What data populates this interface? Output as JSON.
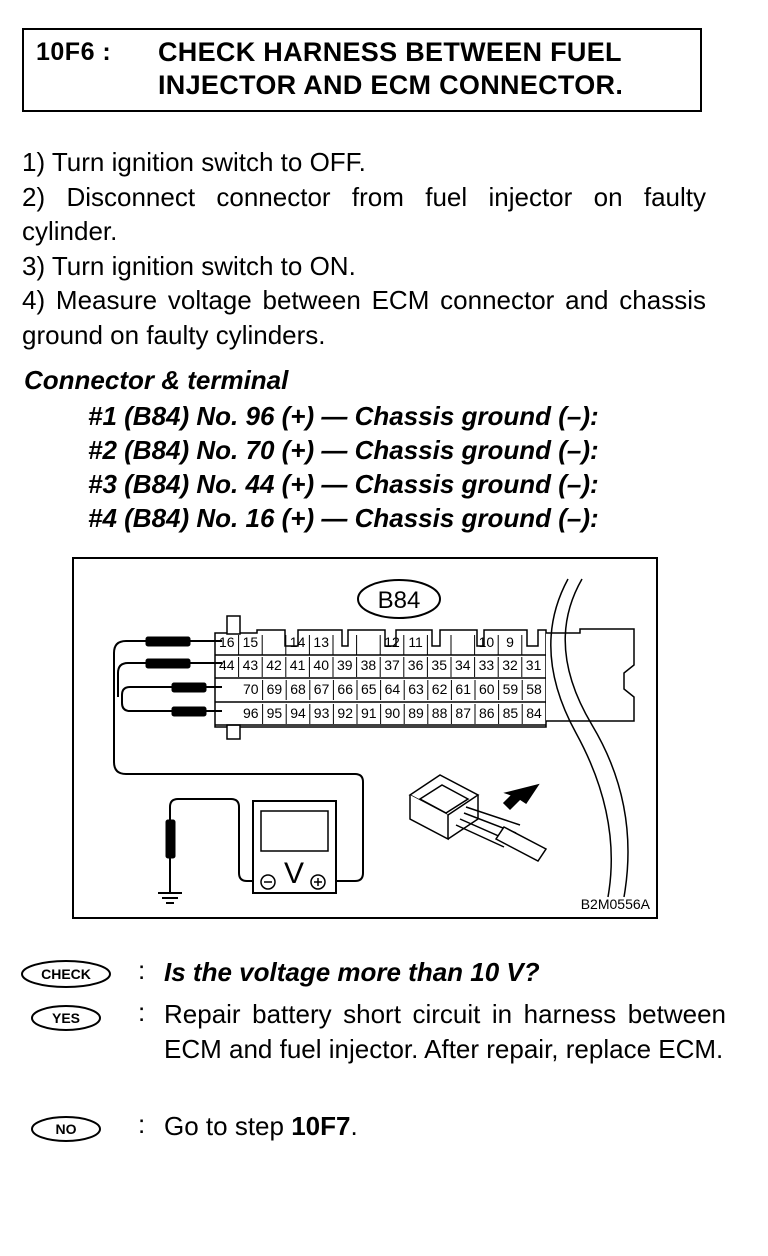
{
  "header": {
    "step_code": "10F6 :",
    "title_line1": "CHECK HARNESS BETWEEN FUEL",
    "title_line2": "INJECTOR AND ECM CONNECTOR."
  },
  "procedure": {
    "steps": [
      "1) Turn ignition switch to OFF.",
      "2) Disconnect connector from fuel injector on faulty cylinder.",
      "3) Turn ignition switch to ON.",
      "4) Measure voltage between ECM connector and chassis ground on faulty cylinders."
    ]
  },
  "terminals": {
    "heading": "Connector & terminal",
    "lines": [
      "#1 (B84) No. 96 (+) — Chassis ground (–):",
      "#2 (B84) No. 70 (+) — Chassis ground (–):",
      "#3 (B84) No. 44 (+) — Chassis ground (–):",
      "#4 (B84) No. 16 (+) — Chassis ground (–):"
    ]
  },
  "diagram": {
    "connector_label": "B84",
    "figure_code": "B2M0556A",
    "meter_symbol": "V",
    "row1_pins": [
      "16",
      "15",
      "",
      "14",
      "13",
      "",
      "",
      "12",
      "11",
      "",
      "",
      "10",
      "9",
      ""
    ],
    "row2_pins": [
      "44",
      "43",
      "42",
      "41",
      "40",
      "39",
      "38",
      "37",
      "36",
      "35",
      "34",
      "33",
      "32",
      "31"
    ],
    "row3_pins": [
      "70",
      "69",
      "68",
      "67",
      "66",
      "65",
      "64",
      "63",
      "62",
      "61",
      "60",
      "59",
      "58"
    ],
    "row4_pins": [
      "96",
      "95",
      "94",
      "93",
      "92",
      "91",
      "90",
      "89",
      "88",
      "87",
      "86",
      "85",
      "84"
    ]
  },
  "decision": {
    "check_badge": "CHECK",
    "yes_badge": "YES",
    "no_badge": "NO",
    "colon": ":",
    "question": "Is the voltage more than 10 V?",
    "yes_answer": "Repair battery short circuit in harness between ECM and fuel injector. After repair, replace ECM.",
    "no_answer_prefix": "Go to step ",
    "no_answer_step": "10F7",
    "no_answer_suffix": "."
  }
}
